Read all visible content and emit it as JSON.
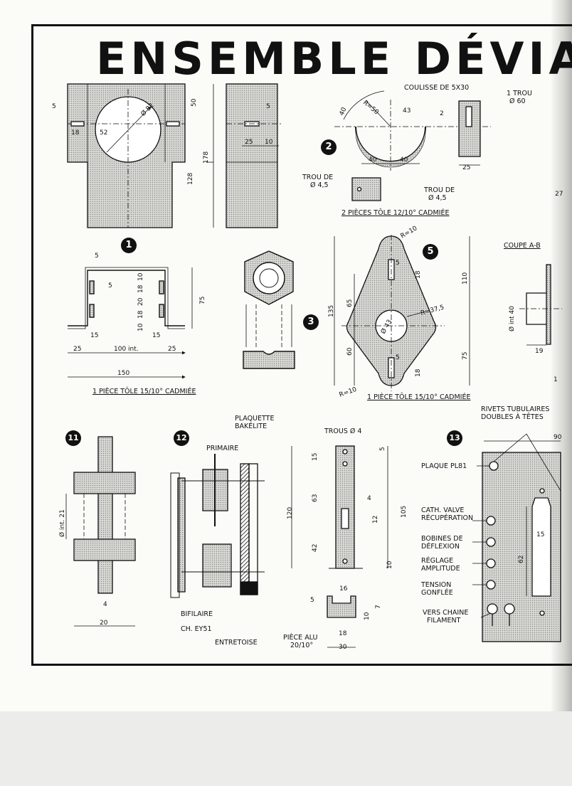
{
  "title": "ENSEMBLE DÉVIATIO",
  "badges": [
    "1",
    "2",
    "3",
    "5",
    "11",
    "12",
    "13"
  ],
  "captions": {
    "part1": "1 PIÈCE TÔLE  15/10° CADMIÉE",
    "part2": "2 PIÈCES TÔLE  12/10° CADMIÉE",
    "part5": "1 PIÈCE TÔLE  15/10° CADMIÉE",
    "coupe": "COUPE  A-B"
  },
  "labels": {
    "coulisse": "COULISSE DE 5X30",
    "trou60_a": "1 TROU",
    "trou60_b": "Ø 60",
    "troude_left_a": "TROU DE",
    "troude_left_b": "Ø 4,5",
    "troude_right_a": "TROU DE",
    "troude_right_b": "Ø 4,5",
    "plaquette_a": "PLAQUETTE",
    "plaquette_b": "BAKÉLITE",
    "primaire": "PRIMAIRE",
    "bifilaire": "BIFILAIRE",
    "ch_ey51": "CH. EY51",
    "entretoise": "ENTRETOISE",
    "trous4": "TROUS Ø 4",
    "piece_alu_a": "PIÈCE ALU",
    "piece_alu_b": "20/10°",
    "rivets_a": "RIVETS TUBULAIRES",
    "rivets_b": "DOUBLES À TÊTES",
    "plaque_pl81": "PLAQUE PL81",
    "cath_a": "CATH. VALVE",
    "cath_b": "RÉCUPÉRATION",
    "bobines_a": "BOBINES DE",
    "bobines_b": "DÉFLEXION",
    "reglage_a": "RÉGLAGE",
    "reglage_b": "AMPLITUDE",
    "tension_a": "TENSION",
    "tension_b": "GONFLÉE",
    "vers_a": "VERS CHAINE",
    "vers_b": "FILAMENT"
  },
  "dims": {
    "d5a": "5",
    "d18a": "18",
    "d52": "52",
    "d82": "Ø 82",
    "d50": "50",
    "d178": "178",
    "d128": "128",
    "d5b": "5",
    "d25a": "25",
    "d10a": "10",
    "d40a": "40",
    "r50": "R=50",
    "d43": "43",
    "d2": "2",
    "d40b": "40",
    "d40c": "40",
    "d25b": "25",
    "d27": "27",
    "d5c": "5",
    "d5d": "5",
    "d10b": "10",
    "d18b": "18",
    "d20": "20",
    "d18c": "18",
    "d10c": "10",
    "d75a": "75",
    "d15a": "15",
    "d15b": "15",
    "d25c": "25",
    "d100": "100 int.",
    "d25d": "25",
    "d150": "150",
    "r10a": "R=10",
    "d5e": "5",
    "d18d": "18",
    "d110": "110",
    "d65": "65",
    "d135": "135",
    "r375": "R=37,5",
    "d43b": "Ø 43",
    "d60": "60",
    "d5f": "5",
    "d75b": "75",
    "d18e": "18",
    "r10b": "R=10",
    "dint40": "Ø int 40",
    "d19": "19",
    "d1": "1",
    "dint21": "Ø int. 21",
    "d4a": "4",
    "d20b": "20",
    "d15c": "15",
    "d5g": "5",
    "d63": "63",
    "d120": "120",
    "d4b": "4",
    "d12": "12",
    "d105": "105",
    "d42": "42",
    "d10d": "10",
    "d16": "16",
    "d5h": "5",
    "d10e": "10",
    "d7": "7",
    "d18f": "18",
    "d30": "30",
    "d90": "90",
    "d15d": "15",
    "d62": "62"
  }
}
